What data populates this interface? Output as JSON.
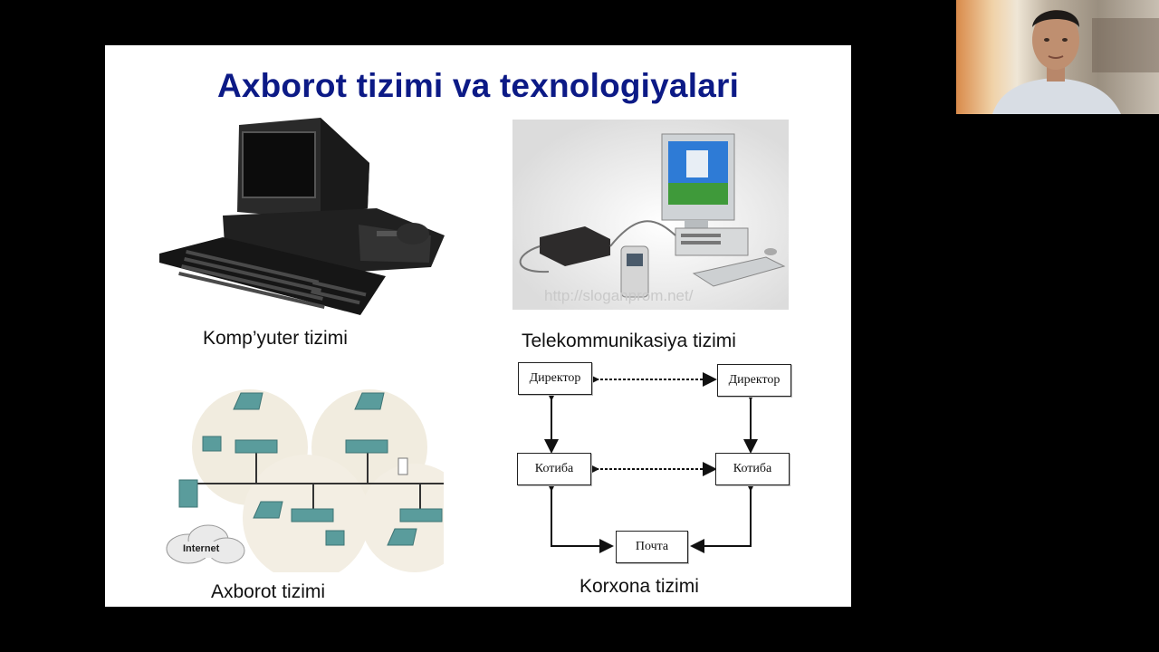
{
  "slide": {
    "title": "Axborot tizimi va texnologiyalari",
    "captions": {
      "computer": "Komp’yuter tizimi",
      "telecom": "Telekommunikasiya tizimi",
      "info": "Axborot tizimi",
      "enterprise": "Korxona tizimi"
    },
    "telecom_watermark": "http://sloganprom.net/",
    "network_cloud_label": "Internet",
    "org_chart": {
      "director_left": "Директор",
      "director_right": "Директор",
      "secretary_left": "Котиба",
      "secretary_right": "Котиба",
      "mail": "Почта"
    }
  },
  "colors": {
    "title": "#0c1a86",
    "background": "#000000",
    "slide": "#ffffff"
  },
  "icons": [
    "computer-illustration",
    "telecom-illustration",
    "network-illustration",
    "cloud-icon",
    "webcam-person"
  ]
}
